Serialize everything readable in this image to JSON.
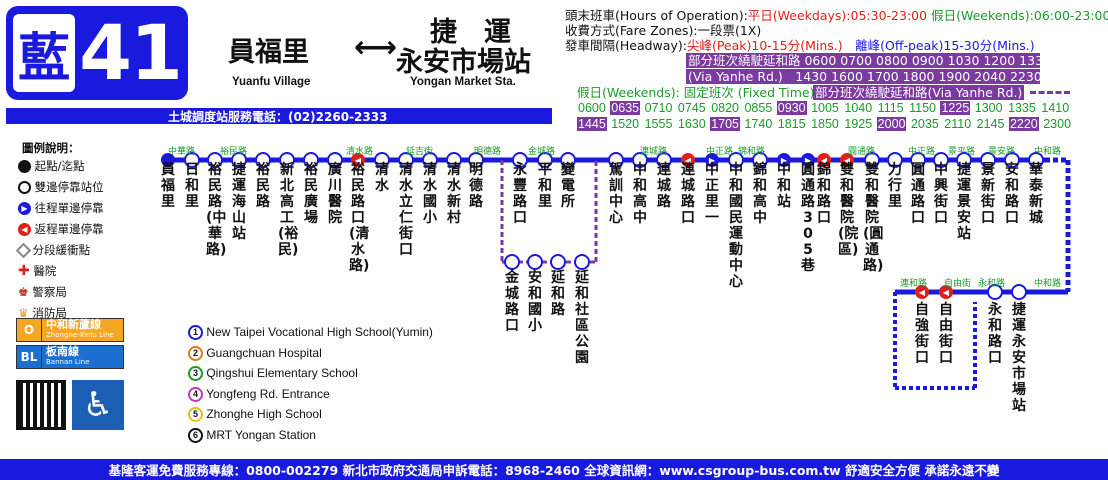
{
  "route": {
    "prefix": "藍",
    "number": "41"
  },
  "terminals": {
    "from_zh": "員福里",
    "from_en": "Yuanfu Village",
    "to_prefix": "捷　運",
    "to_zh": "永安市場站",
    "to_en": "Yongan Market Sta.",
    "arrow": "⟷"
  },
  "info": {
    "hours_label": "頭末班車(Hours of Operation):",
    "weekday": "平日(Weekdays):05:30-23:00",
    "weekend": "假日(Weekends):06:00-23:00",
    "fare": "收費方式(Fare Zones):一段票(1X)",
    "headway_label": "發車間隔(Headway):",
    "peak": "尖峰(Peak)10-15分(Mins.)",
    "offpeak": "離峰(Off-peak)15-30分(Mins.)",
    "detour_weekday_1": "部分班次繞駛延和路 0600 0700 0800 0900 1030 1200 1330",
    "detour_weekday_2": "(Via Yanhe Rd.)　1430 1600 1700 1800 1900 2040 2230",
    "weekend_label": "假日(Weekends): 固定班次 (Fixed Time)",
    "weekend_detour": "部分班次繞駛延和路(Via Yanhe Rd.)"
  },
  "weekend_times": {
    "row1": [
      {
        "t": "0600",
        "d": false
      },
      {
        "t": "0635",
        "d": true
      },
      {
        "t": "0710",
        "d": false
      },
      {
        "t": "0745",
        "d": false
      },
      {
        "t": "0820",
        "d": false
      },
      {
        "t": "0855",
        "d": false
      },
      {
        "t": "0930",
        "d": true
      },
      {
        "t": "1005",
        "d": false
      },
      {
        "t": "1040",
        "d": false
      },
      {
        "t": "1115",
        "d": false
      },
      {
        "t": "1150",
        "d": false
      },
      {
        "t": "1225",
        "d": true
      },
      {
        "t": "1300",
        "d": false
      },
      {
        "t": "1335",
        "d": false
      },
      {
        "t": "1410",
        "d": false
      }
    ],
    "row2": [
      {
        "t": "1445",
        "d": true
      },
      {
        "t": "1520",
        "d": false
      },
      {
        "t": "1555",
        "d": false
      },
      {
        "t": "1630",
        "d": false
      },
      {
        "t": "1705",
        "d": true
      },
      {
        "t": "1740",
        "d": false
      },
      {
        "t": "1815",
        "d": false
      },
      {
        "t": "1850",
        "d": false
      },
      {
        "t": "1925",
        "d": false
      },
      {
        "t": "2000",
        "d": true
      },
      {
        "t": "2035",
        "d": false
      },
      {
        "t": "2110",
        "d": false
      },
      {
        "t": "2145",
        "d": false
      },
      {
        "t": "2220",
        "d": true
      },
      {
        "t": "2300",
        "d": false
      }
    ]
  },
  "station_phone": "土城調度站服務電話：(02)2260-2333",
  "legend": {
    "title": "圖例說明：",
    "items": [
      "起點/迄點",
      "雙邊停靠站位",
      "往程單邊停靠",
      "返程單邊停靠",
      "分段緩衝點",
      "醫院",
      "警察局",
      "消防局"
    ]
  },
  "mrt_lines": [
    {
      "code": "O",
      "zh": "中和新蘆線",
      "en": "Zhonghe-Xinlu Line",
      "color": "#f5a623"
    },
    {
      "code": "BL",
      "zh": "板南線",
      "en": "Bannan Line",
      "color": "#1a6fd1"
    }
  ],
  "landmarks": [
    {
      "n": "1",
      "name": "New Taipei Vocational High School(Yumin)",
      "color": "#1a1adf"
    },
    {
      "n": "2",
      "name": "Guangchuan Hospital",
      "color": "#e07a1a"
    },
    {
      "n": "3",
      "name": "Qingshui Elementary School",
      "color": "#1a9a2a"
    },
    {
      "n": "4",
      "name": "Yongfeng Rd. Entrance",
      "color": "#c03ac0"
    },
    {
      "n": "5",
      "name": "Zhonghe High School",
      "color": "#e0c01a"
    },
    {
      "n": "6",
      "name": "MRT Yongan Station",
      "color": "#111111"
    }
  ],
  "stops_main": [
    "員福里",
    "日和里",
    "裕民路(中華路)",
    "捷運海山站",
    "裕民路",
    "新北高工(裕民)",
    "裕民廣場",
    "廣川醫院",
    "裕民路口(清水路)",
    "清水",
    "清水立仁街口",
    "清水國小",
    "清水新村",
    "明德路",
    "永豐路口",
    "平和里",
    "變電所",
    "駕訓中心",
    "中和高中",
    "連城路",
    "連城路口",
    "中正里一",
    "中和國民運動中心",
    "錦和高中",
    "中和站",
    "圓通路305巷",
    "錦和路口",
    "雙和醫院(院區)",
    "雙和醫院(圓通路)",
    "力行里",
    "圓通路口",
    "中興街口",
    "捷運景安站",
    "景新街口",
    "安和路口",
    "華泰新城"
  ],
  "stops_detour": [
    "金城路口",
    "安和國小",
    "延和路",
    "延和社區公園"
  ],
  "stops_bottom": [
    "自強街口",
    "自由街口",
    "永和路口",
    "捷運永安市場站"
  ],
  "roads": [
    "中華路",
    "裕民路",
    "清水路",
    "延吉街",
    "明德路",
    "金城路",
    "連城路",
    "中正路",
    "錦和路",
    "圓通路",
    "中正路",
    "景平路",
    "景安路",
    "中和路",
    "連和路",
    "自由街",
    "永和路",
    "中和路"
  ],
  "footer": "基隆客運免費服務專線：0800-002279 新北市政府交通局申訴電話：8968-2460 全球資訊網：www.csgroup-bus.com.tw 舒適安全方便 承諾永遠不變"
}
